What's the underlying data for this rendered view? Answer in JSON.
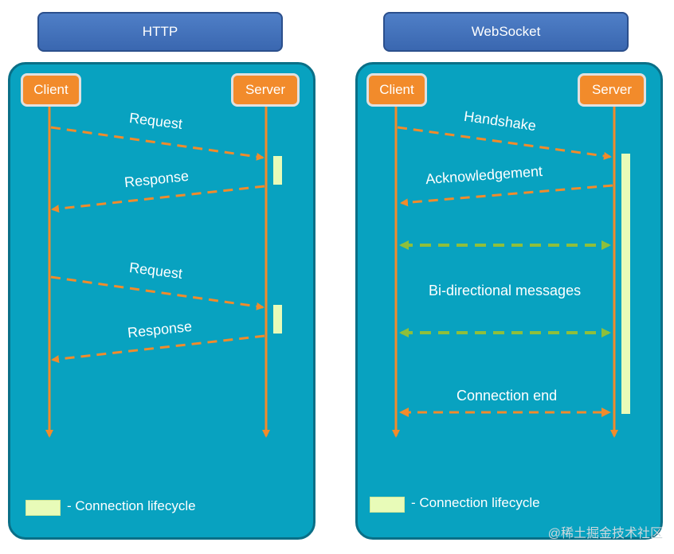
{
  "http": {
    "title": "HTTP",
    "client": "Client",
    "server": "Server",
    "messages": [
      "Request",
      "Response",
      "Request",
      "Response"
    ],
    "legend": "- Connection lifecycle"
  },
  "websocket": {
    "title": "WebSocket",
    "client": "Client",
    "server": "Server",
    "handshake": "Handshake",
    "acknowledgement": "Acknowledgement",
    "bidirectional": "Bi-directional messages",
    "connection_end": "Connection end",
    "legend": "- Connection lifecycle"
  },
  "colors": {
    "panel": "#08a2c0",
    "actor": "#f28b2b",
    "arrow_orange": "#f28b2b",
    "arrow_green": "#8fbf3b",
    "lifecycle": "#e8fbb8",
    "title_box": "#3a67b0"
  },
  "watermark": "@稀土掘金技术社区"
}
